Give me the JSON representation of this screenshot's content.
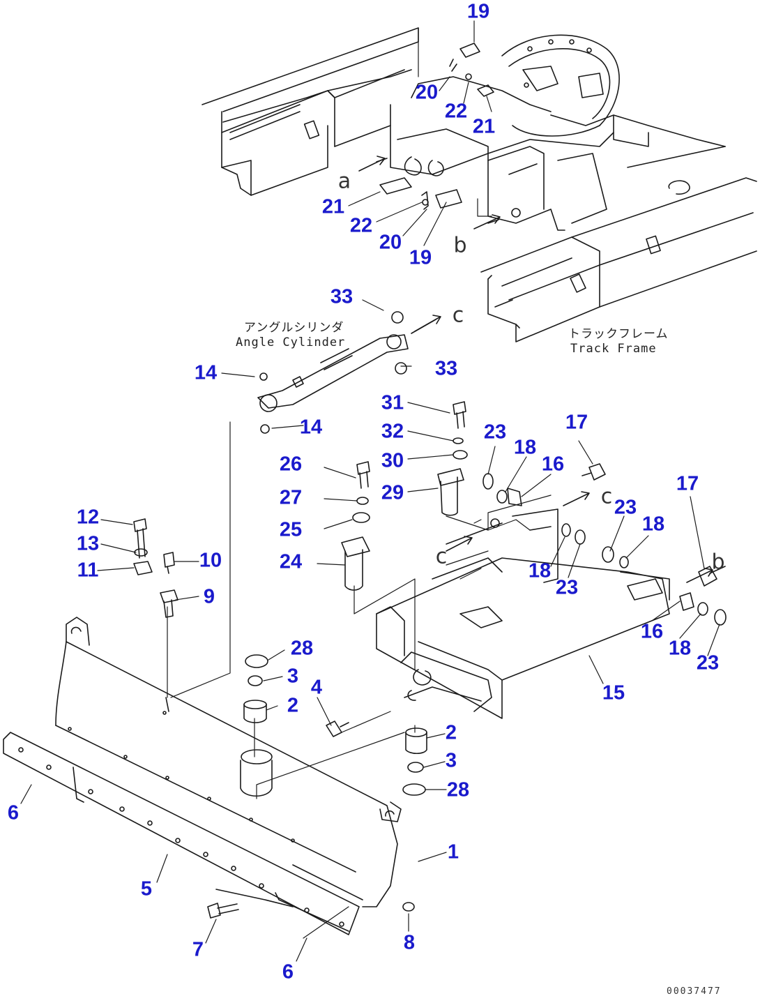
{
  "colors": {
    "callout": "#1a1acc",
    "line": "#1a1a1a",
    "background": "#ffffff"
  },
  "callouts": [
    {
      "id": "c1",
      "text": "19"
    },
    {
      "id": "c2",
      "text": "20"
    },
    {
      "id": "c3",
      "text": "22"
    },
    {
      "id": "c4",
      "text": "21"
    },
    {
      "id": "c5",
      "text": "21"
    },
    {
      "id": "c6",
      "text": "22"
    },
    {
      "id": "c7",
      "text": "20"
    },
    {
      "id": "c8",
      "text": "19"
    },
    {
      "id": "c9",
      "text": "33"
    },
    {
      "id": "c10",
      "text": "14"
    },
    {
      "id": "c11",
      "text": "33"
    },
    {
      "id": "c12",
      "text": "14"
    },
    {
      "id": "c13",
      "text": "31"
    },
    {
      "id": "c14",
      "text": "32"
    },
    {
      "id": "c15",
      "text": "30"
    },
    {
      "id": "c16",
      "text": "29"
    },
    {
      "id": "c17",
      "text": "26"
    },
    {
      "id": "c18",
      "text": "27"
    },
    {
      "id": "c19",
      "text": "25"
    },
    {
      "id": "c20",
      "text": "24"
    },
    {
      "id": "c21",
      "text": "23"
    },
    {
      "id": "c22",
      "text": "18"
    },
    {
      "id": "c23",
      "text": "16"
    },
    {
      "id": "c24",
      "text": "17"
    },
    {
      "id": "c25",
      "text": "17"
    },
    {
      "id": "c26",
      "text": "23"
    },
    {
      "id": "c27",
      "text": "18"
    },
    {
      "id": "c28",
      "text": "18"
    },
    {
      "id": "c29",
      "text": "23"
    },
    {
      "id": "c30",
      "text": "16"
    },
    {
      "id": "c31",
      "text": "18"
    },
    {
      "id": "c32",
      "text": "23"
    },
    {
      "id": "c33",
      "text": "15"
    },
    {
      "id": "c34",
      "text": "12"
    },
    {
      "id": "c35",
      "text": "13"
    },
    {
      "id": "c36",
      "text": "11"
    },
    {
      "id": "c37",
      "text": "10"
    },
    {
      "id": "c38",
      "text": "9"
    },
    {
      "id": "c39",
      "text": "28"
    },
    {
      "id": "c40",
      "text": "3"
    },
    {
      "id": "c41",
      "text": "2"
    },
    {
      "id": "c42",
      "text": "4"
    },
    {
      "id": "c43",
      "text": "2"
    },
    {
      "id": "c44",
      "text": "3"
    },
    {
      "id": "c45",
      "text": "28"
    },
    {
      "id": "c46",
      "text": "1"
    },
    {
      "id": "c47",
      "text": "6"
    },
    {
      "id": "c48",
      "text": "5"
    },
    {
      "id": "c49",
      "text": "7"
    },
    {
      "id": "c50",
      "text": "8"
    },
    {
      "id": "c51",
      "text": "6"
    }
  ],
  "notes": {
    "angle_cylinder_jp": "アングルシリンダ",
    "angle_cylinder_en": "Angle Cylinder",
    "track_frame_jp": "トラックフレーム",
    "track_frame_en": "Track Frame"
  },
  "connectors": {
    "a": "a",
    "b": "b",
    "c": "c"
  },
  "drawing_code": "00037477"
}
